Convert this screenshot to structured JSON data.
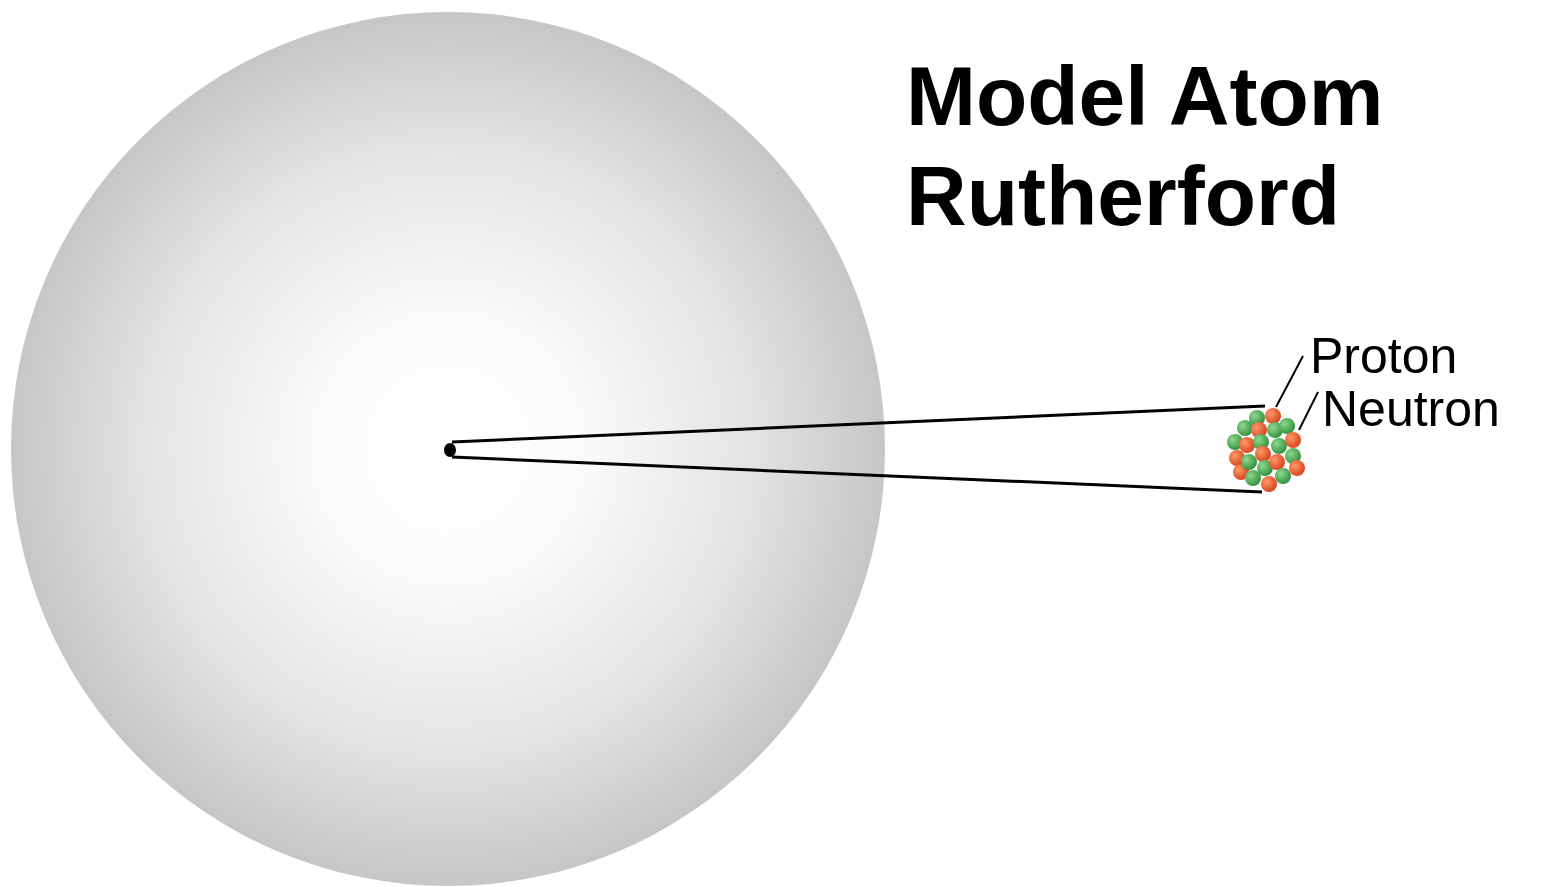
{
  "diagram": {
    "title": "Model Atom Rutherford",
    "labels": [
      "Proton",
      "Neutron"
    ]
  }
}
